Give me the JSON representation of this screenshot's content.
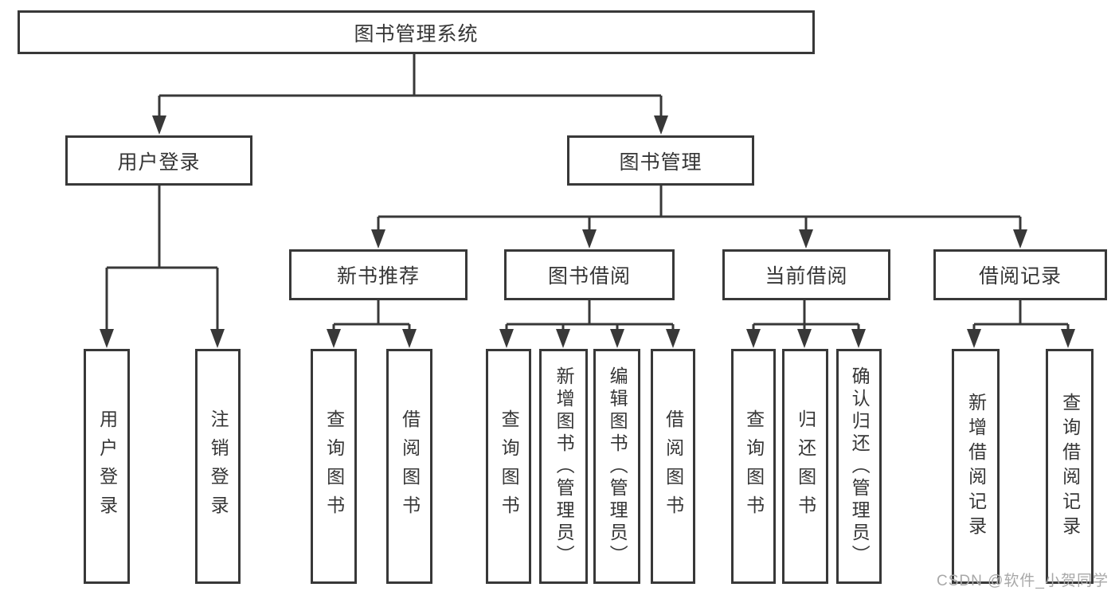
{
  "page": {
    "background": "#ffffff"
  },
  "diagram": {
    "type": "hierarchy-chart",
    "watermark": "CSDN @软件_小贺同学",
    "colors": {
      "line": "#383838",
      "box_border": "#383838",
      "text": "#363636",
      "watermark_text": "#a8a8a8",
      "background": "#ffffff"
    },
    "nodes": {
      "root": "图书管理系统",
      "user_login": "用户登录",
      "book_mgmt": "图书管理",
      "new_book_rec": "新书推荐",
      "book_borrow": "图书借阅",
      "current_borrow": "当前借阅",
      "borrow_record": "借阅记录",
      "leaf_user_login": "用户登录",
      "leaf_logout": "注销登录",
      "leaf_query_book_a": "查询图书",
      "leaf_borrow_book_a": "借阅图书",
      "leaf_query_book_b": "查询图书",
      "leaf_add_book": "新增图书（管理员）",
      "leaf_edit_book": "编辑图书（管理员）",
      "leaf_borrow_book_b": "借阅图书",
      "leaf_query_book_c": "查询图书",
      "leaf_return_book": "归还图书",
      "leaf_confirm_return": "确认归还（管理员）",
      "leaf_add_record": "新增借阅记录",
      "leaf_query_record": "查询借阅记录"
    },
    "hierarchy": {
      "图书管理系统": {
        "用户登录": [
          "用户登录",
          "注销登录"
        ],
        "图书管理": {
          "新书推荐": [
            "查询图书",
            "借阅图书"
          ],
          "图书借阅": [
            "查询图书",
            "新增图书（管理员）",
            "编辑图书（管理员）",
            "借阅图书"
          ],
          "当前借阅": [
            "查询图书",
            "归还图书",
            "确认归还（管理员）"
          ],
          "借阅记录": [
            "新增借阅记录",
            "查询借阅记录"
          ]
        }
      }
    }
  }
}
